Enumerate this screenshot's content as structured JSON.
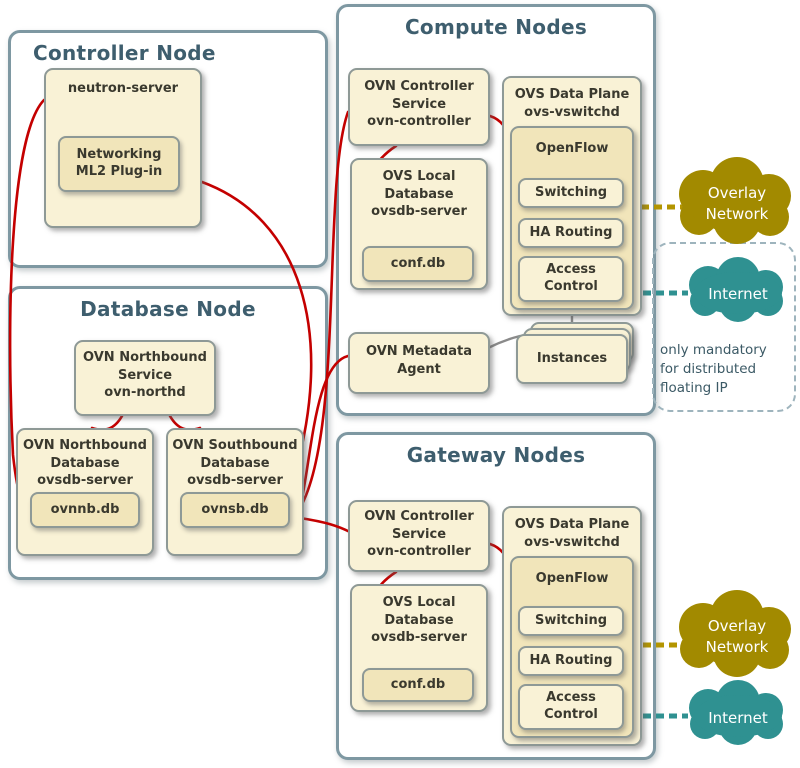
{
  "controller_node": {
    "title": "Controller Node",
    "neutron_server": {
      "label": "neutron-server",
      "ml2_plugin": "Networking\nML2 Plug-in"
    }
  },
  "database_node": {
    "title": "Database Node",
    "northbound_service": "OVN Northbound\nService\novn-northd",
    "northbound_database": {
      "label": "OVN Northbound\nDatabase\novsdb-server",
      "db": "ovnnb.db"
    },
    "southbound_database": {
      "label": "OVN Southbound\nDatabase\novsdb-server",
      "db": "ovnsb.db"
    }
  },
  "compute_nodes": {
    "title": "Compute Nodes",
    "controller_service": "OVN Controller\nService\novn-controller",
    "local_database": {
      "label": "OVS Local\nDatabase\novsdb-server",
      "db": "conf.db"
    },
    "data_plane": {
      "label": "OVS Data Plane\novs-vswitchd",
      "openflow": "OpenFlow",
      "switching": "Switching",
      "ha_routing": "HA Routing",
      "access_control": "Access\nControl"
    },
    "metadata_agent": "OVN Metadata\nAgent",
    "instances": "Instances"
  },
  "gateway_nodes": {
    "title": "Gateway Nodes",
    "controller_service": "OVN Controller\nService\novn-controller",
    "local_database": {
      "label": "OVS Local\nDatabase\novsdb-server",
      "db": "conf.db"
    },
    "data_plane": {
      "label": "OVS Data Plane\novs-vswitchd",
      "openflow": "OpenFlow",
      "switching": "Switching",
      "ha_routing": "HA Routing",
      "access_control": "Access\nControl"
    }
  },
  "clouds": {
    "compute_overlay": "Overlay\nNetwork",
    "compute_internet": "Internet",
    "gateway_overlay": "Overlay\nNetwork",
    "gateway_internet": "Internet"
  },
  "annotations": {
    "floating_ip_note": "only mandatory\nfor distributed\nfloating IP"
  },
  "colors": {
    "overlay_cloud": "#a28a00",
    "internet_cloud": "#2f9191",
    "connection_line": "#c40000",
    "node_border": "#7e98a2",
    "box_fill": "#f9f2d6",
    "inner_box_fill": "#f1e5ba"
  }
}
